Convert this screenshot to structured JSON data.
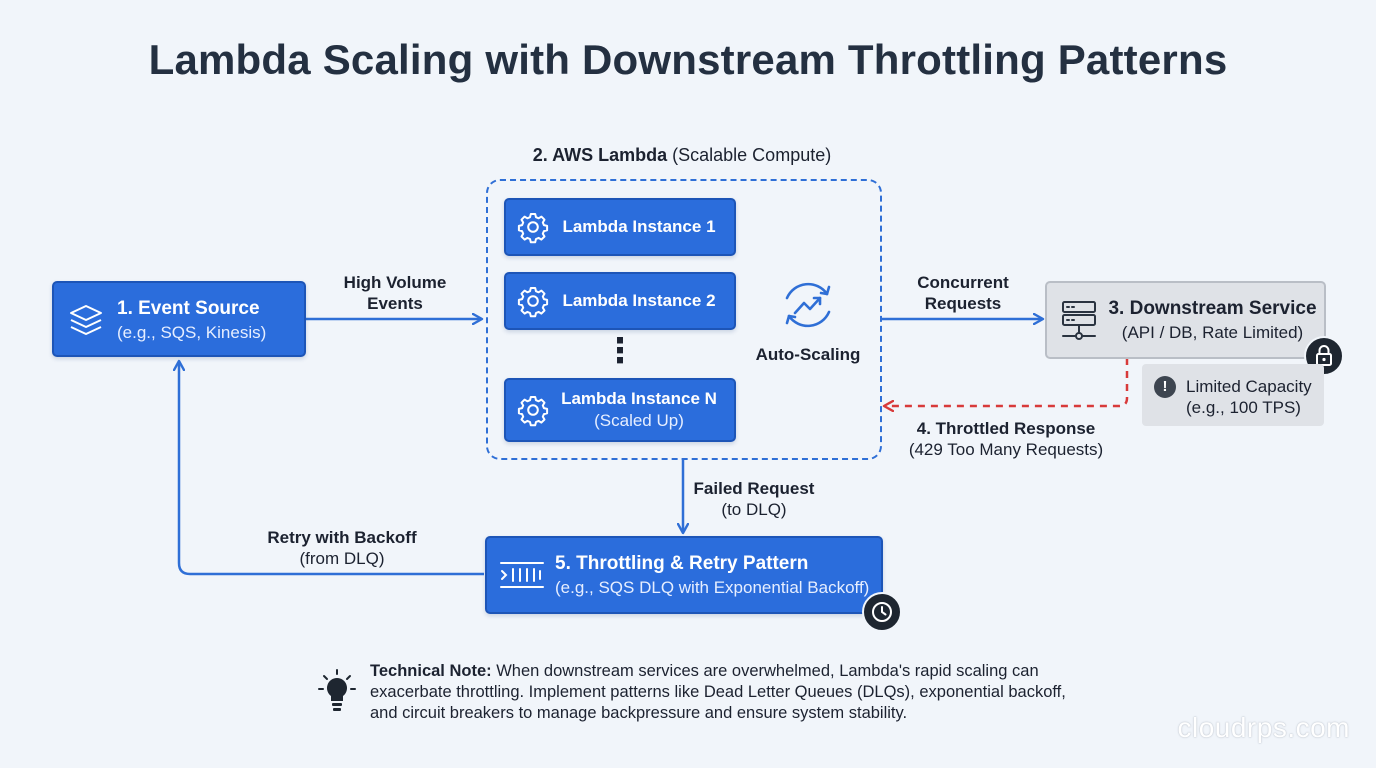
{
  "title": "Lambda Scaling with Downstream Throttling Patterns",
  "event_source": {
    "title": "1. Event Source",
    "subtitle": "(e.g., SQS, Kinesis)",
    "icon": "layers-icon"
  },
  "high_volume_label": [
    "High Volume",
    "Events"
  ],
  "lambda": {
    "heading_bold": "2. AWS Lambda",
    "heading_rest": " (Scalable Compute)",
    "instances": [
      {
        "label": "Lambda Instance 1",
        "sub": ""
      },
      {
        "label": "Lambda Instance 2",
        "sub": ""
      },
      {
        "label": "Lambda Instance N",
        "sub": "(Scaled Up)"
      }
    ],
    "ellipsis": "⋮",
    "auto_scaling": "Auto-Scaling"
  },
  "concurrent_label": [
    "Concurrent",
    "Requests"
  ],
  "downstream": {
    "title": "3. Downstream Service",
    "subtitle": "(API / DB, Rate Limited)",
    "icon": "server-icon"
  },
  "limited_capacity": {
    "line1": "Limited Capacity",
    "line2": "(e.g., 100 TPS)"
  },
  "throttled": {
    "title": "4. Throttled Response",
    "subtitle": "(429 Too Many Requests)"
  },
  "failed": {
    "title": "Failed Request",
    "subtitle": "(to DLQ)"
  },
  "retry_pattern": {
    "title": "5. Throttling & Retry Pattern",
    "subtitle": "(e.g., SQS DLQ with Exponential Backoff)"
  },
  "retry_backoff": {
    "title": "Retry with Backoff",
    "subtitle": "(from DLQ)"
  },
  "note": {
    "bold": "Technical Note:",
    "text": " When downstream services are overwhelmed, Lambda's rapid scaling can exacerbate throttling. Implement patterns like Dead Letter Queues (DLQs), exponential backoff, and circuit breakers to manage backpressure and ensure system stability."
  },
  "watermark": "cloudrps.com",
  "colors": {
    "primary_blue": "#2b6ddc",
    "arrow_blue": "#2f6fd6",
    "throttle_red": "#d83a3a",
    "dark": "#1e2630"
  }
}
